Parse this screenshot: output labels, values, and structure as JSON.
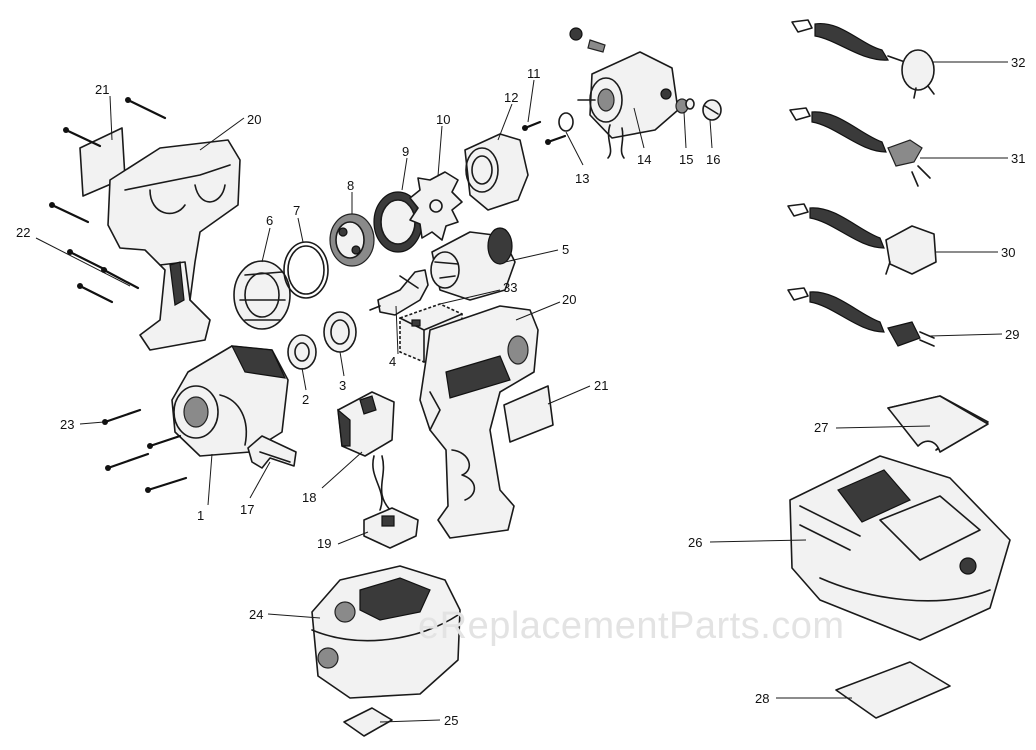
{
  "watermark": "eReplacementParts.com",
  "callouts": [
    {
      "id": "1",
      "label": "1"
    },
    {
      "id": "2",
      "label": "2"
    },
    {
      "id": "3",
      "label": "3"
    },
    {
      "id": "4",
      "label": "4"
    },
    {
      "id": "5",
      "label": "5"
    },
    {
      "id": "6",
      "label": "6"
    },
    {
      "id": "7",
      "label": "7"
    },
    {
      "id": "8",
      "label": "8"
    },
    {
      "id": "9",
      "label": "9"
    },
    {
      "id": "10",
      "label": "10"
    },
    {
      "id": "11",
      "label": "11"
    },
    {
      "id": "12",
      "label": "12"
    },
    {
      "id": "13",
      "label": "13"
    },
    {
      "id": "14",
      "label": "14"
    },
    {
      "id": "15",
      "label": "15"
    },
    {
      "id": "16",
      "label": "16"
    },
    {
      "id": "17",
      "label": "17"
    },
    {
      "id": "18",
      "label": "18"
    },
    {
      "id": "19",
      "label": "19"
    },
    {
      "id": "20a",
      "label": "20"
    },
    {
      "id": "20b",
      "label": "20"
    },
    {
      "id": "21a",
      "label": "21"
    },
    {
      "id": "21b",
      "label": "21"
    },
    {
      "id": "22",
      "label": "22"
    },
    {
      "id": "23",
      "label": "23"
    },
    {
      "id": "24",
      "label": "24"
    },
    {
      "id": "25",
      "label": "25"
    },
    {
      "id": "26",
      "label": "26"
    },
    {
      "id": "27",
      "label": "27"
    },
    {
      "id": "28",
      "label": "28"
    },
    {
      "id": "29",
      "label": "29"
    },
    {
      "id": "30",
      "label": "30"
    },
    {
      "id": "31",
      "label": "31"
    },
    {
      "id": "32",
      "label": "32"
    },
    {
      "id": "33",
      "label": "33"
    }
  ]
}
